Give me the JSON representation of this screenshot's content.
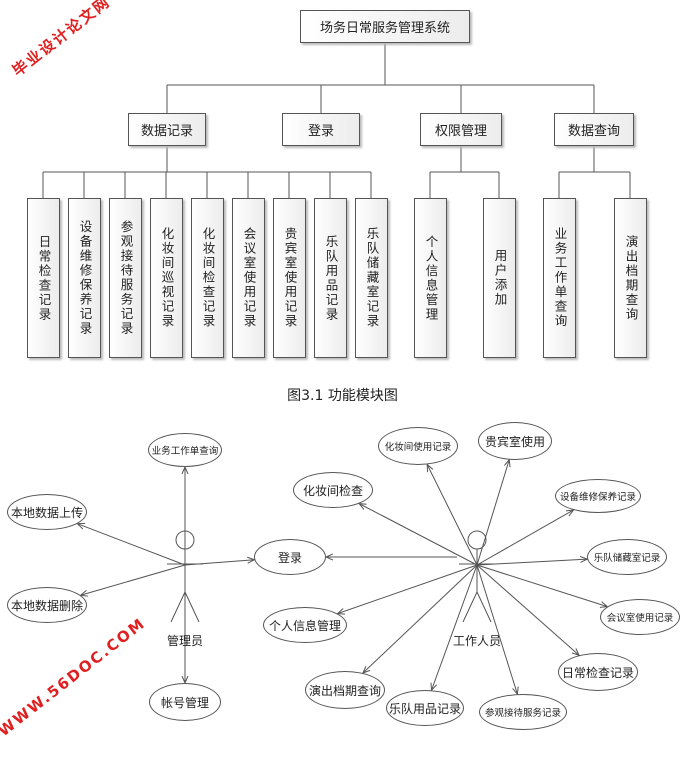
{
  "module_diagram": {
    "root": "场务日常服务管理系统",
    "groups": [
      {
        "label": "数据记录",
        "children": [
          "日常检查记录",
          "设备维修保养记录",
          "参观接待服务记录",
          "化妆间巡视记录",
          "化妆间检查记录",
          "会议室使用记录",
          "贵宾室使用记录",
          "乐队用品记录",
          "乐队储藏室记录"
        ]
      },
      {
        "label": "登录",
        "children": []
      },
      {
        "label": "权限管理",
        "children": [
          "个人信息管理",
          "用户添加"
        ]
      },
      {
        "label": "数据查询",
        "children": [
          "业务工作单查询",
          "演出档期查询"
        ]
      }
    ],
    "caption": "图3.1 功能模块图"
  },
  "use_case_diagram": {
    "actors": [
      {
        "label": "管理员",
        "use_cases": [
          "业务工作单查询",
          "本地数据上传",
          "本地数据删除",
          "登录",
          "帐号管理"
        ]
      },
      {
        "label": "工作人员",
        "use_cases": [
          "化妆间检查",
          "化妆间使用记录",
          "贵宾室使用",
          "设备维修保养记录",
          "乐队储藏室记录",
          "会议室使用记录",
          "日常检查记录",
          "参观接待服务记录",
          "乐队用品记录",
          "演出档期查询",
          "个人信息管理",
          "登录"
        ]
      }
    ]
  },
  "watermarks": [
    "毕业设计论文网",
    "WWW.56DOC.COM"
  ]
}
